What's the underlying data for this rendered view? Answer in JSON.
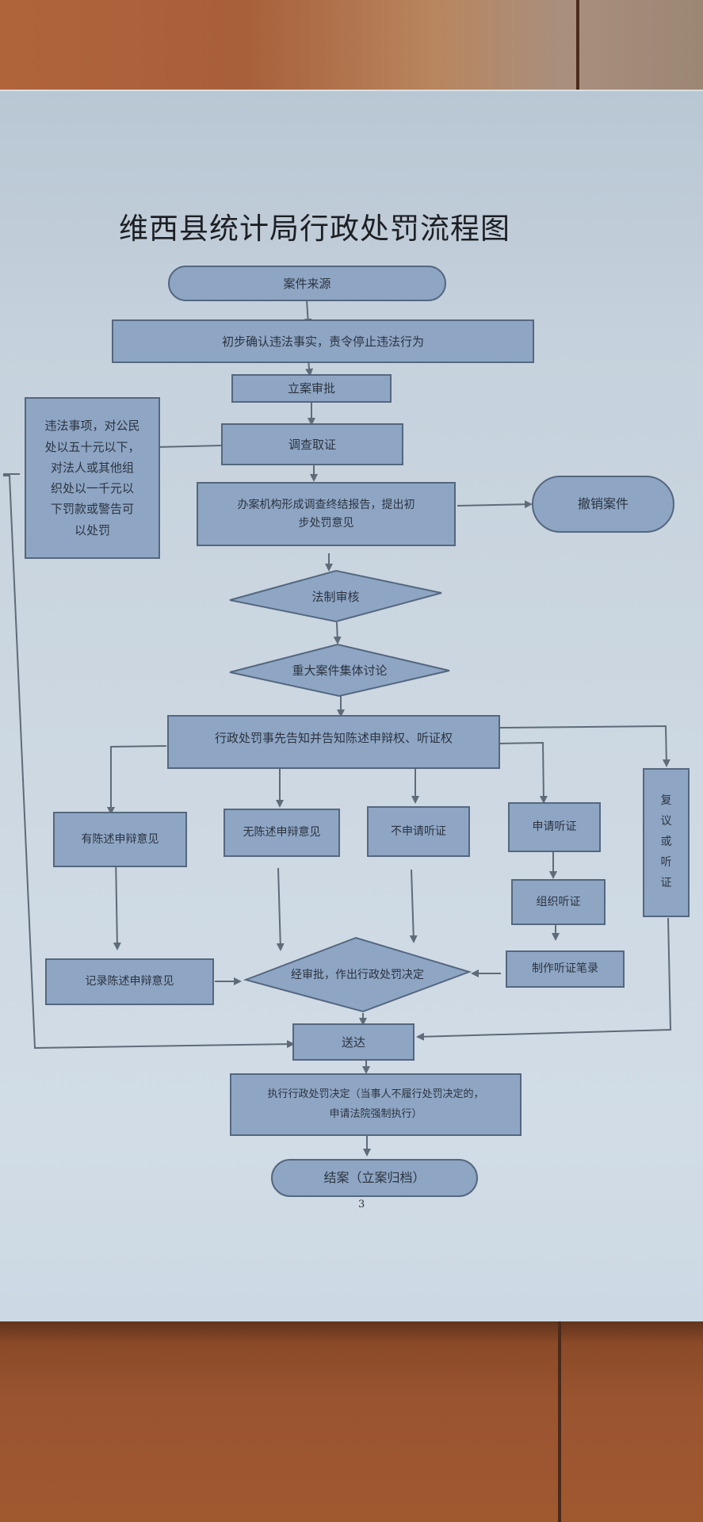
{
  "document": {
    "title": "维西县统计局行政处罚流程图",
    "page_number": "3"
  },
  "colors": {
    "node_fill": "#8ea6c4",
    "node_stroke": "#55677f",
    "connector": "#5f6b78",
    "paper": "#cdd8e2",
    "text": "#2c3340"
  },
  "flowchart": {
    "nodes": {
      "case_source": "案件来源",
      "preliminary_confirm": "初步确认违法事实，责令停止违法行为",
      "filing_approval": "立案审批",
      "summary_procedure": "违法事项，对公民处以五十元以下，对法人或其他组织处以一千元以下罚款或警告可以处罚",
      "investigation": "调查取证",
      "investigation_report": "办案机构形成调查终结报告，提出初步处罚意见",
      "revoke_case": "撤销案件",
      "legal_review": "法制审核",
      "collective_discussion": "重大案件集体讨论",
      "prior_notice": "行政处罚事先告知并告知陈述申辩权、听证权",
      "has_statement": "有陈述申辩意见",
      "no_statement": "无陈述申辩意见",
      "no_hearing_request": "不申请听证",
      "request_hearing": "申请听证",
      "reconsideration_or_hearing": "复议或听证",
      "organize_hearing": "组织听证",
      "record_statement": "记录陈述申辩意见",
      "decision": "经审批，作出行政处罚决定",
      "hearing_transcript": "制作听证笔录",
      "delivery": "送达",
      "execute_decision": "执行行政处罚决定（当事人不履行处罚决定的，申请法院强制执行）",
      "close_case": "结案（立案归档）"
    },
    "summary_lines": [
      "违法事项，对公民",
      "处以五十元以下，",
      "对法人或其他组",
      "织处以一千元以",
      "下罚款或警告可",
      "以处罚"
    ],
    "report_lines": [
      "办案机构形成调查终结报告，提出初",
      "步处罚意见"
    ],
    "execute_lines": [
      "执行行政处罚决定（当事人不履行处罚决定的，",
      "申请法院强制执行）"
    ],
    "vertical_lines": [
      "复",
      "议",
      "或",
      "听",
      "证"
    ],
    "edges": [
      [
        "case_source",
        "preliminary_confirm"
      ],
      [
        "preliminary_confirm",
        "filing_approval"
      ],
      [
        "filing_approval",
        "investigation"
      ],
      [
        "summary_procedure",
        "investigation"
      ],
      [
        "summary_procedure",
        "delivery"
      ],
      [
        "investigation",
        "investigation_report"
      ],
      [
        "investigation_report",
        "revoke_case"
      ],
      [
        "investigation_report",
        "legal_review"
      ],
      [
        "legal_review",
        "collective_discussion"
      ],
      [
        "collective_discussion",
        "prior_notice"
      ],
      [
        "prior_notice",
        "has_statement"
      ],
      [
        "prior_notice",
        "no_statement"
      ],
      [
        "prior_notice",
        "no_hearing_request"
      ],
      [
        "prior_notice",
        "request_hearing"
      ],
      [
        "prior_notice",
        "reconsideration_or_hearing"
      ],
      [
        "has_statement",
        "record_statement"
      ],
      [
        "record_statement",
        "decision"
      ],
      [
        "no_statement",
        "decision"
      ],
      [
        "no_hearing_request",
        "decision"
      ],
      [
        "request_hearing",
        "organize_hearing"
      ],
      [
        "organize_hearing",
        "hearing_transcript"
      ],
      [
        "hearing_transcript",
        "decision"
      ],
      [
        "decision",
        "delivery"
      ],
      [
        "reconsideration_or_hearing",
        "delivery"
      ],
      [
        "delivery",
        "execute_decision"
      ],
      [
        "execute_decision",
        "close_case"
      ]
    ]
  }
}
